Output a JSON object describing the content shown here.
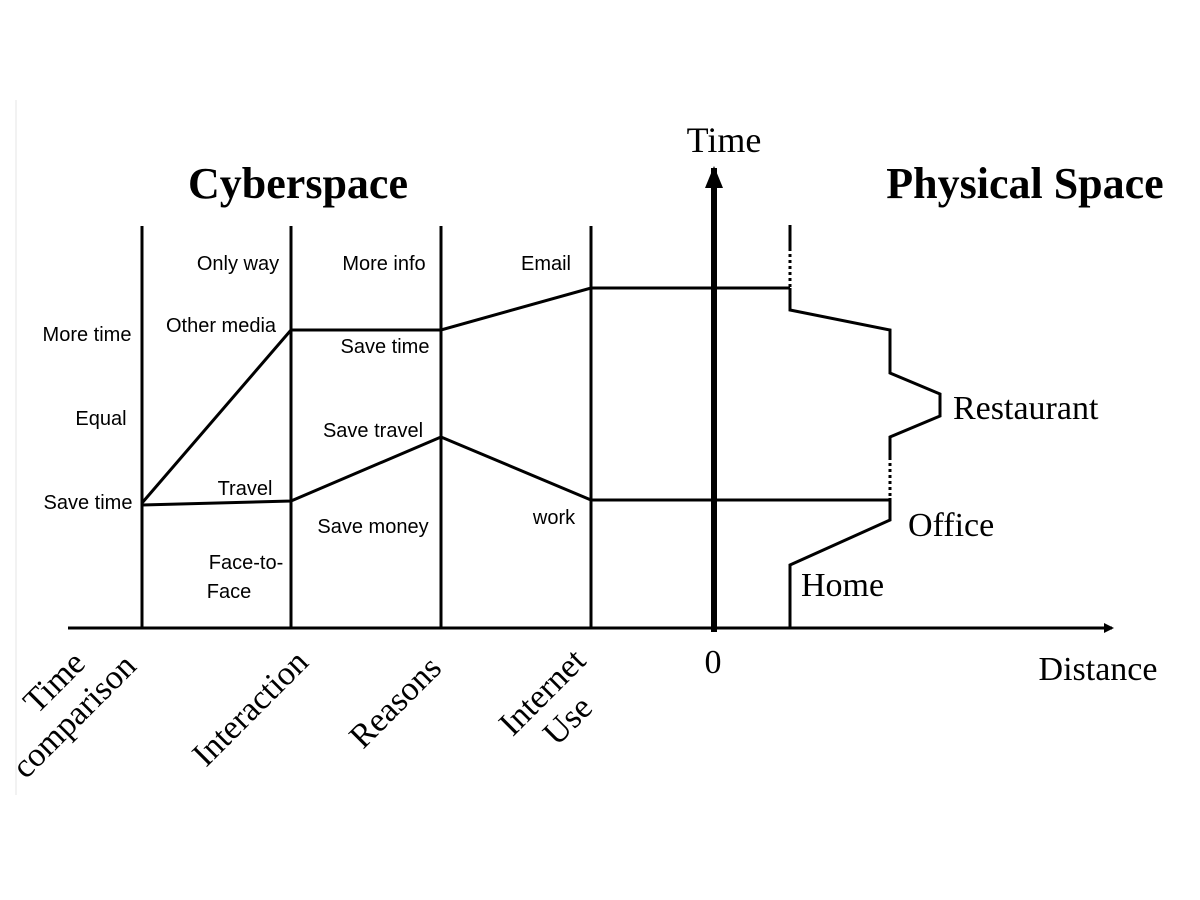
{
  "titles": {
    "cyberspace": "Cyberspace",
    "physical": "Physical Space"
  },
  "axes": {
    "time": "Time",
    "distance": "Distance",
    "origin": "0"
  },
  "columns": {
    "time_comparison": [
      "Time",
      "comparison"
    ],
    "interaction": "Interaction",
    "reasons": "Reasons",
    "internet_use": [
      "Internet",
      "Use"
    ]
  },
  "time_comparison_labels": {
    "more_time": "More time",
    "equal": "Equal",
    "save_time": "Save time"
  },
  "interaction_labels": {
    "only_way": "Only way",
    "other_media": "Other media",
    "travel": "Travel",
    "face_to_face": [
      "Face-to-",
      "Face"
    ]
  },
  "reasons_labels": {
    "more_info": "More info",
    "save_time": "Save time",
    "save_travel": "Save travel",
    "save_money": "Save money"
  },
  "internet_use_labels": {
    "email": "Email",
    "work": "work"
  },
  "places": {
    "restaurant": "Restaurant",
    "office": "Office",
    "home": "Home"
  }
}
